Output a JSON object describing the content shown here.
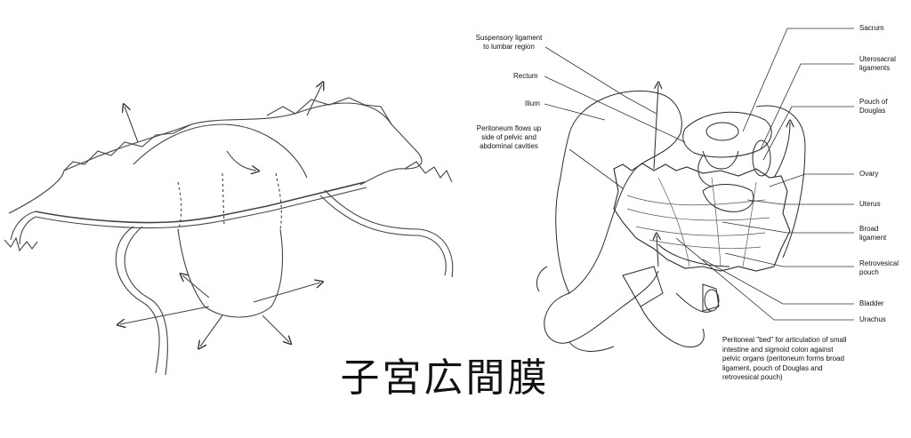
{
  "caption": "子宮広間膜",
  "labels": {
    "suspensory": "Suspensory ligament\nto lumbar region",
    "rectum": "Rectum",
    "ilium": "Ilium",
    "peritoneum_flows": "Peritoneum flows up\nside of pelvic and\nabdominal cavities",
    "sacrum": "Sacrum",
    "uterosacral": "Uterosacral\nligaments",
    "pouch_douglas": "Pouch of\nDouglas",
    "ovary": "Ovary",
    "uterus": "Uterus",
    "broad_ligament": "Broad\nligament",
    "retrovesical": "Retrovesical\npouch",
    "bladder": "Bladder",
    "urachus": "Urachus",
    "peritoneal_bed": "Peritoneal \"bed\" for articulation of small intestine and sigmoid colon against pelvic organs (peritoneum forms broad ligament, pouch of Douglas and retrovesical pouch)"
  },
  "colors": {
    "line": "#2a2a2a",
    "membrane": "#6a6a6a",
    "background": "#ffffff"
  }
}
